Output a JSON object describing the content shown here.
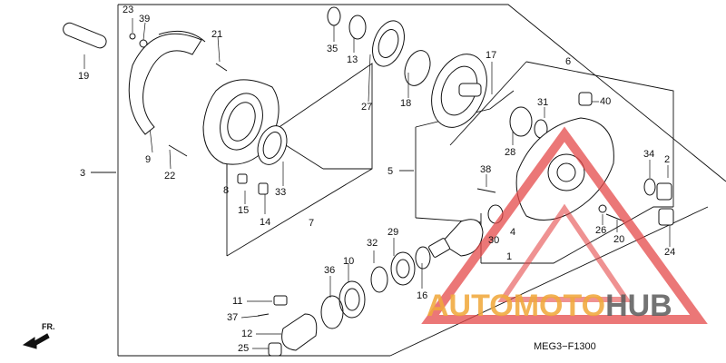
{
  "diagram": {
    "drawing_code": "MEG3−F1300",
    "direction_label": "FR.",
    "watermark": {
      "part_a": "AUTOMOTO",
      "part_b": "HUB",
      "color_a": "#f0a83c",
      "color_b": "#5a5a5a"
    },
    "callouts": [
      "1",
      "2",
      "3",
      "4",
      "5",
      "6",
      "7",
      "8",
      "9",
      "10",
      "11",
      "12",
      "13",
      "14",
      "15",
      "16",
      "17",
      "18",
      "19",
      "20",
      "21",
      "22",
      "23",
      "24",
      "25",
      "26",
      "27",
      "28",
      "29",
      "30",
      "31",
      "32",
      "33",
      "34",
      "35",
      "36",
      "37",
      "38",
      "39",
      "40"
    ]
  }
}
